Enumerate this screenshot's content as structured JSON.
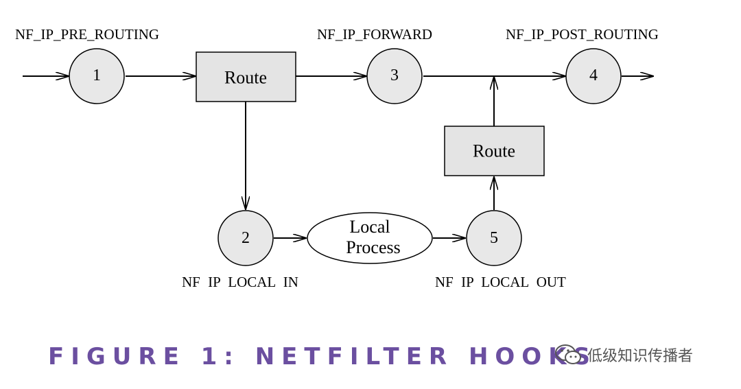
{
  "hooks": {
    "pre_routing": "NF_IP_PRE_ROUTING",
    "forward": "NF_IP_FORWARD",
    "post_routing": "NF_IP_POST_ROUTING",
    "local_in": "NF IP LOCAL IN",
    "local_out": "NF IP LOCAL OUT"
  },
  "nodes": {
    "n1": "1",
    "n2": "2",
    "n3": "3",
    "n4": "4",
    "n5": "5"
  },
  "boxes": {
    "route_top": "Route",
    "route_right": "Route"
  },
  "local_process": {
    "line1": "Local",
    "line2": "Process"
  },
  "caption": "FIGURE 1: NETFILTER HOOKS",
  "watermark": {
    "icon": "wechat-icon",
    "text": "低级知识传播者"
  },
  "colors": {
    "node_fill": "#e8e8e8",
    "box_fill": "#e4e4e4",
    "caption": "#6b4fa0"
  }
}
